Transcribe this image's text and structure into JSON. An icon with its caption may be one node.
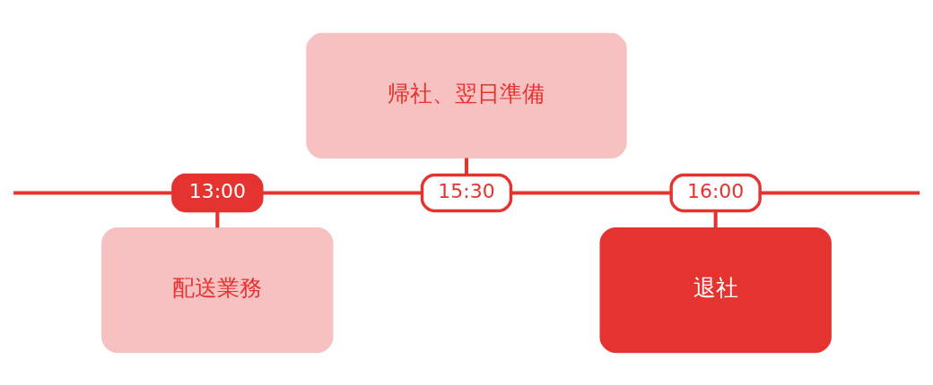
{
  "diagram": {
    "nodes": [
      {
        "text": [
          "帰社、翌日準備"
        ]
      },
      {
        "text": [
          "13:00"
        ]
      },
      {
        "text": [
          "15:30"
        ]
      },
      {
        "text": [
          "16:00"
        ]
      },
      {
        "text": [
          "配送業務"
        ]
      },
      {
        "text": [
          "退社"
        ]
      }
    ],
    "edges": [
      {
        "from": null,
        "to": 1,
        "arrow": "none"
      },
      {
        "from": 1,
        "to": 2,
        "arrow": "none"
      },
      {
        "from": 2,
        "to": 3,
        "arrow": "none"
      },
      {
        "from": 3,
        "to": null,
        "arrow": "none"
      },
      {
        "from": 0,
        "to": 2,
        "arrow": "none"
      },
      {
        "from": 1,
        "to": 4,
        "arrow": "none"
      },
      {
        "from": 3,
        "to": 5,
        "arrow": "none"
      }
    ]
  }
}
